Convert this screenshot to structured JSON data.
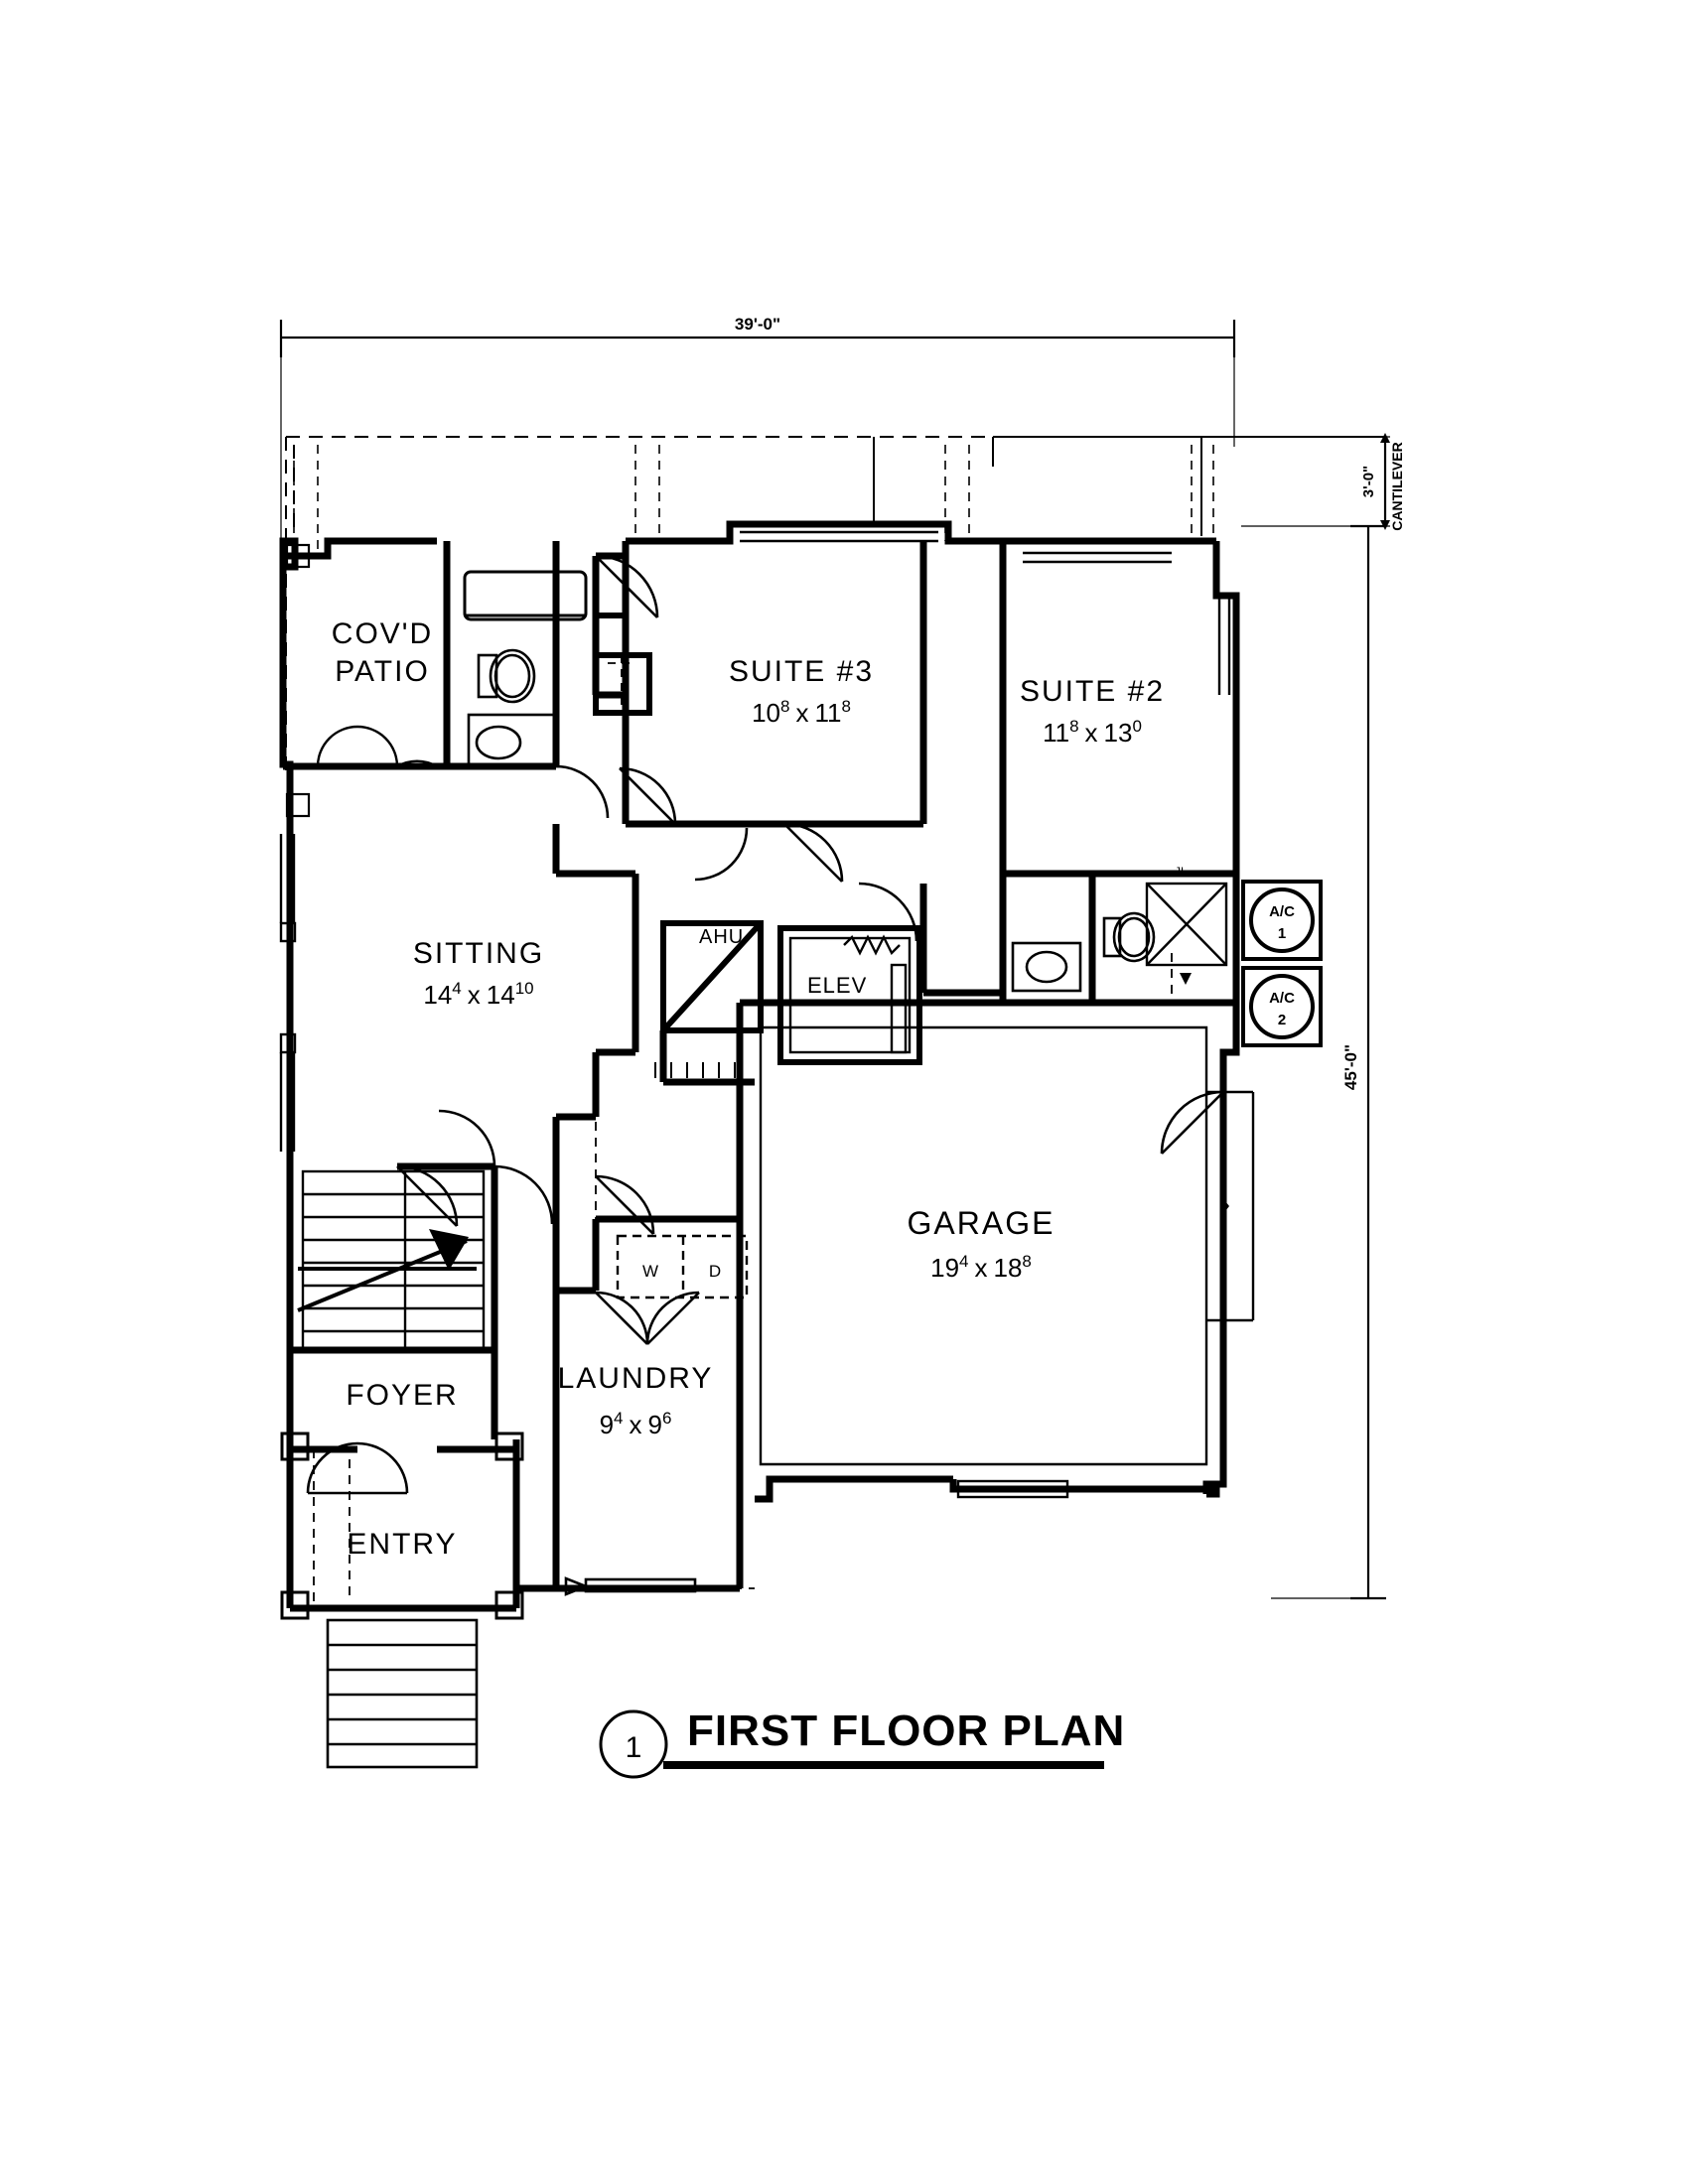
{
  "sheet": {
    "title": "FIRST FLOOR PLAN",
    "detail_number": "1",
    "background": "#ffffff",
    "ink": "#000000"
  },
  "dimensions": {
    "overall_width": "39'-0\"",
    "overall_depth": "45'-0\"",
    "cantilever_depth": "3'-0\"",
    "cantilever_note": "CANTILEVER"
  },
  "rooms": [
    {
      "id": "covd-patio",
      "name": "COV'D PATIO",
      "line1": "COV'D",
      "line2": "PATIO",
      "size": ""
    },
    {
      "id": "suite-3",
      "name": "SUITE #3",
      "size_w": "10",
      "size_w_sup": "8",
      "size_h": "11",
      "size_h_sup": "8",
      "size": "10⁸ x 11⁸"
    },
    {
      "id": "suite-2",
      "name": "SUITE #2",
      "size_w": "11",
      "size_w_sup": "8",
      "size_h": "13",
      "size_h_sup": "0",
      "size": "11⁸ x 13⁰"
    },
    {
      "id": "sitting",
      "name": "SITTING",
      "size_w": "14",
      "size_w_sup": "4",
      "size_h": "14",
      "size_h_sup": "10",
      "size": "14⁴ x 14¹⁰"
    },
    {
      "id": "garage",
      "name": "GARAGE",
      "size_w": "19",
      "size_w_sup": "4",
      "size_h": "18",
      "size_h_sup": "8",
      "size": "19⁴ x 18⁸"
    },
    {
      "id": "laundry",
      "name": "LAUNDRY",
      "size_w": "9",
      "size_w_sup": "4",
      "size_h": "9",
      "size_h_sup": "6",
      "size": "9⁴ x 9⁶"
    },
    {
      "id": "foyer",
      "name": "FOYER",
      "size": ""
    },
    {
      "id": "entry",
      "name": "ENTRY",
      "size": ""
    }
  ],
  "equipment": [
    {
      "id": "ahu",
      "label": "AHU"
    },
    {
      "id": "elevator",
      "label": "ELEV"
    },
    {
      "id": "ac-1",
      "label": "A/C",
      "unit": "1"
    },
    {
      "id": "ac-2",
      "label": "A/C",
      "unit": "2"
    },
    {
      "id": "washer",
      "label": "W"
    },
    {
      "id": "dryer",
      "label": "D"
    }
  ],
  "labels": {
    "covd": "COV'D",
    "patio": "PATIO",
    "suite3": "SUITE #3",
    "suite3_dim_a": "10",
    "suite3_dim_a_sup": "8",
    "suite3_x": "x",
    "suite3_dim_b": "11",
    "suite3_dim_b_sup": "8",
    "suite2": "SUITE #2",
    "suite2_dim_a": "11",
    "suite2_dim_a_sup": "8",
    "suite2_x": "x",
    "suite2_dim_b": "13",
    "suite2_dim_b_sup": "0",
    "sitting": "SITTING",
    "sitting_dim_a": "14",
    "sitting_dim_a_sup": "4",
    "sitting_x": "x",
    "sitting_dim_b": "14",
    "sitting_dim_b_sup": "10",
    "garage": "GARAGE",
    "garage_dim_a": "19",
    "garage_dim_a_sup": "4",
    "garage_x": "x",
    "garage_dim_b": "18",
    "garage_dim_b_sup": "8",
    "laundry": "LAUNDRY",
    "laundry_dim_a": "9",
    "laundry_dim_a_sup": "4",
    "laundry_x": "x",
    "laundry_dim_b": "9",
    "laundry_dim_b_sup": "6",
    "foyer": "FOYER",
    "entry": "ENTRY",
    "ahu": "AHU",
    "elev": "ELEV",
    "ac": "A/C",
    "ac1_num": "1",
    "ac2_num": "2",
    "washer": "W",
    "dryer": "D",
    "dim_top": "39'-0\"",
    "dim_right": "45'-0\"",
    "dim_cantilever": "3'-0\"",
    "cantilever_note": "CANTILEVER",
    "title": "FIRST FLOOR PLAN",
    "detail_num": "1"
  }
}
